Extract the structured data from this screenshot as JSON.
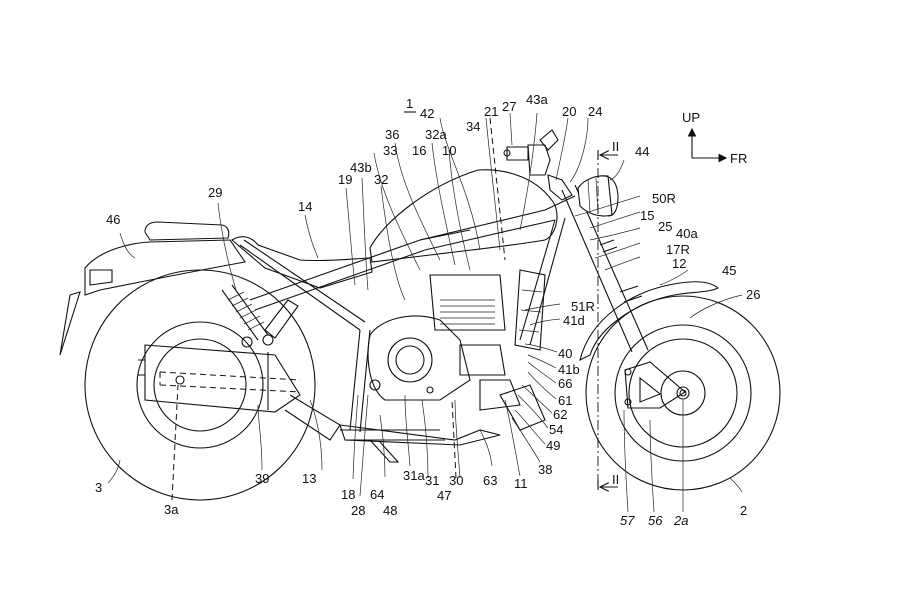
{
  "figure": {
    "number_label": "1",
    "direction_indicator": {
      "up": "UP",
      "front": "FR"
    },
    "section_marker": "II"
  },
  "labels": {
    "l1": "1",
    "l2": "2",
    "l2a": "2a",
    "l3": "3",
    "l3a": "3a",
    "l10": "10",
    "l11": "11",
    "l12": "12",
    "l13": "13",
    "l14": "14",
    "l15": "15",
    "l16": "16",
    "l17R": "17R",
    "l18": "18",
    "l19": "19",
    "l20": "20",
    "l21": "21",
    "l24": "24",
    "l25": "25",
    "l26": "26",
    "l27": "27",
    "l28": "28",
    "l29": "29",
    "l30": "30",
    "l31": "31",
    "l31a": "31a",
    "l32": "32",
    "l32a": "32a",
    "l33": "33",
    "l34": "34",
    "l36": "36",
    "l38": "38",
    "l39": "39",
    "l40": "40",
    "l40a": "40a",
    "l41b": "41b",
    "l41d": "41d",
    "l42": "42",
    "l43a": "43a",
    "l43b": "43b",
    "l44": "44",
    "l45": "45",
    "l46": "46",
    "l47": "47",
    "l48": "48",
    "l49": "49",
    "l50R": "50R",
    "l51R": "51R",
    "l54": "54",
    "l56": "56",
    "l57": "57",
    "l61": "61",
    "l62": "62",
    "l63": "63",
    "l64": "64",
    "l66": "66"
  }
}
